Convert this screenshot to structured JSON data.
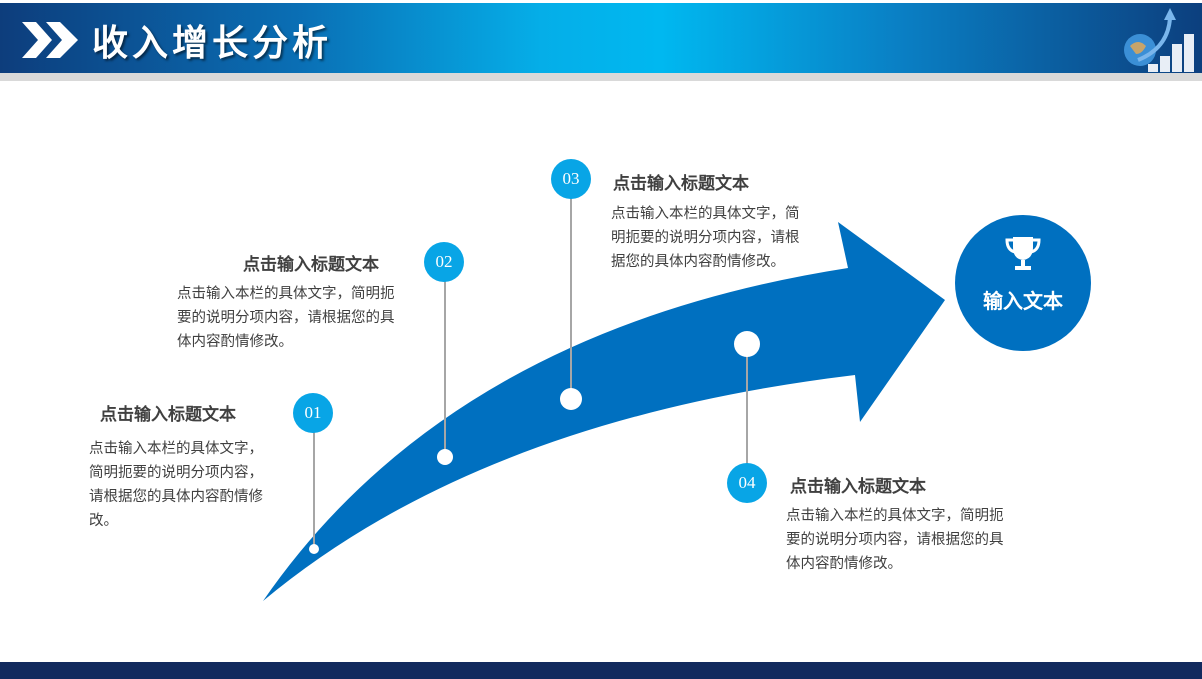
{
  "header": {
    "title": "收入增长分析"
  },
  "center": {
    "label": "输入文本"
  },
  "items": [
    {
      "num": "01",
      "title": "点击输入标题文本",
      "body": "点击输入本栏的具体文字，简明扼要的说明分项内容，请根据您的具体内容酌情修改。"
    },
    {
      "num": "02",
      "title": "点击输入标题文本",
      "body": "点击输入本栏的具体文字，简明扼要的说明分项内容，请根据您的具体内容酌情修改。"
    },
    {
      "num": "03",
      "title": "点击输入标题文本",
      "body": "点击输入本栏的具体文字，简明扼要的说明分项内容，请根据您的具体内容酌情修改。"
    },
    {
      "num": "04",
      "title": "点击输入标题文本",
      "body": "点击输入本栏的具体文字，简明扼要的说明分项内容，请根据您的具体内容酌情修改。"
    }
  ],
  "colors": {
    "arrow": "#0070c0",
    "badge": "#08a5e6",
    "footer": "#122a5e"
  }
}
